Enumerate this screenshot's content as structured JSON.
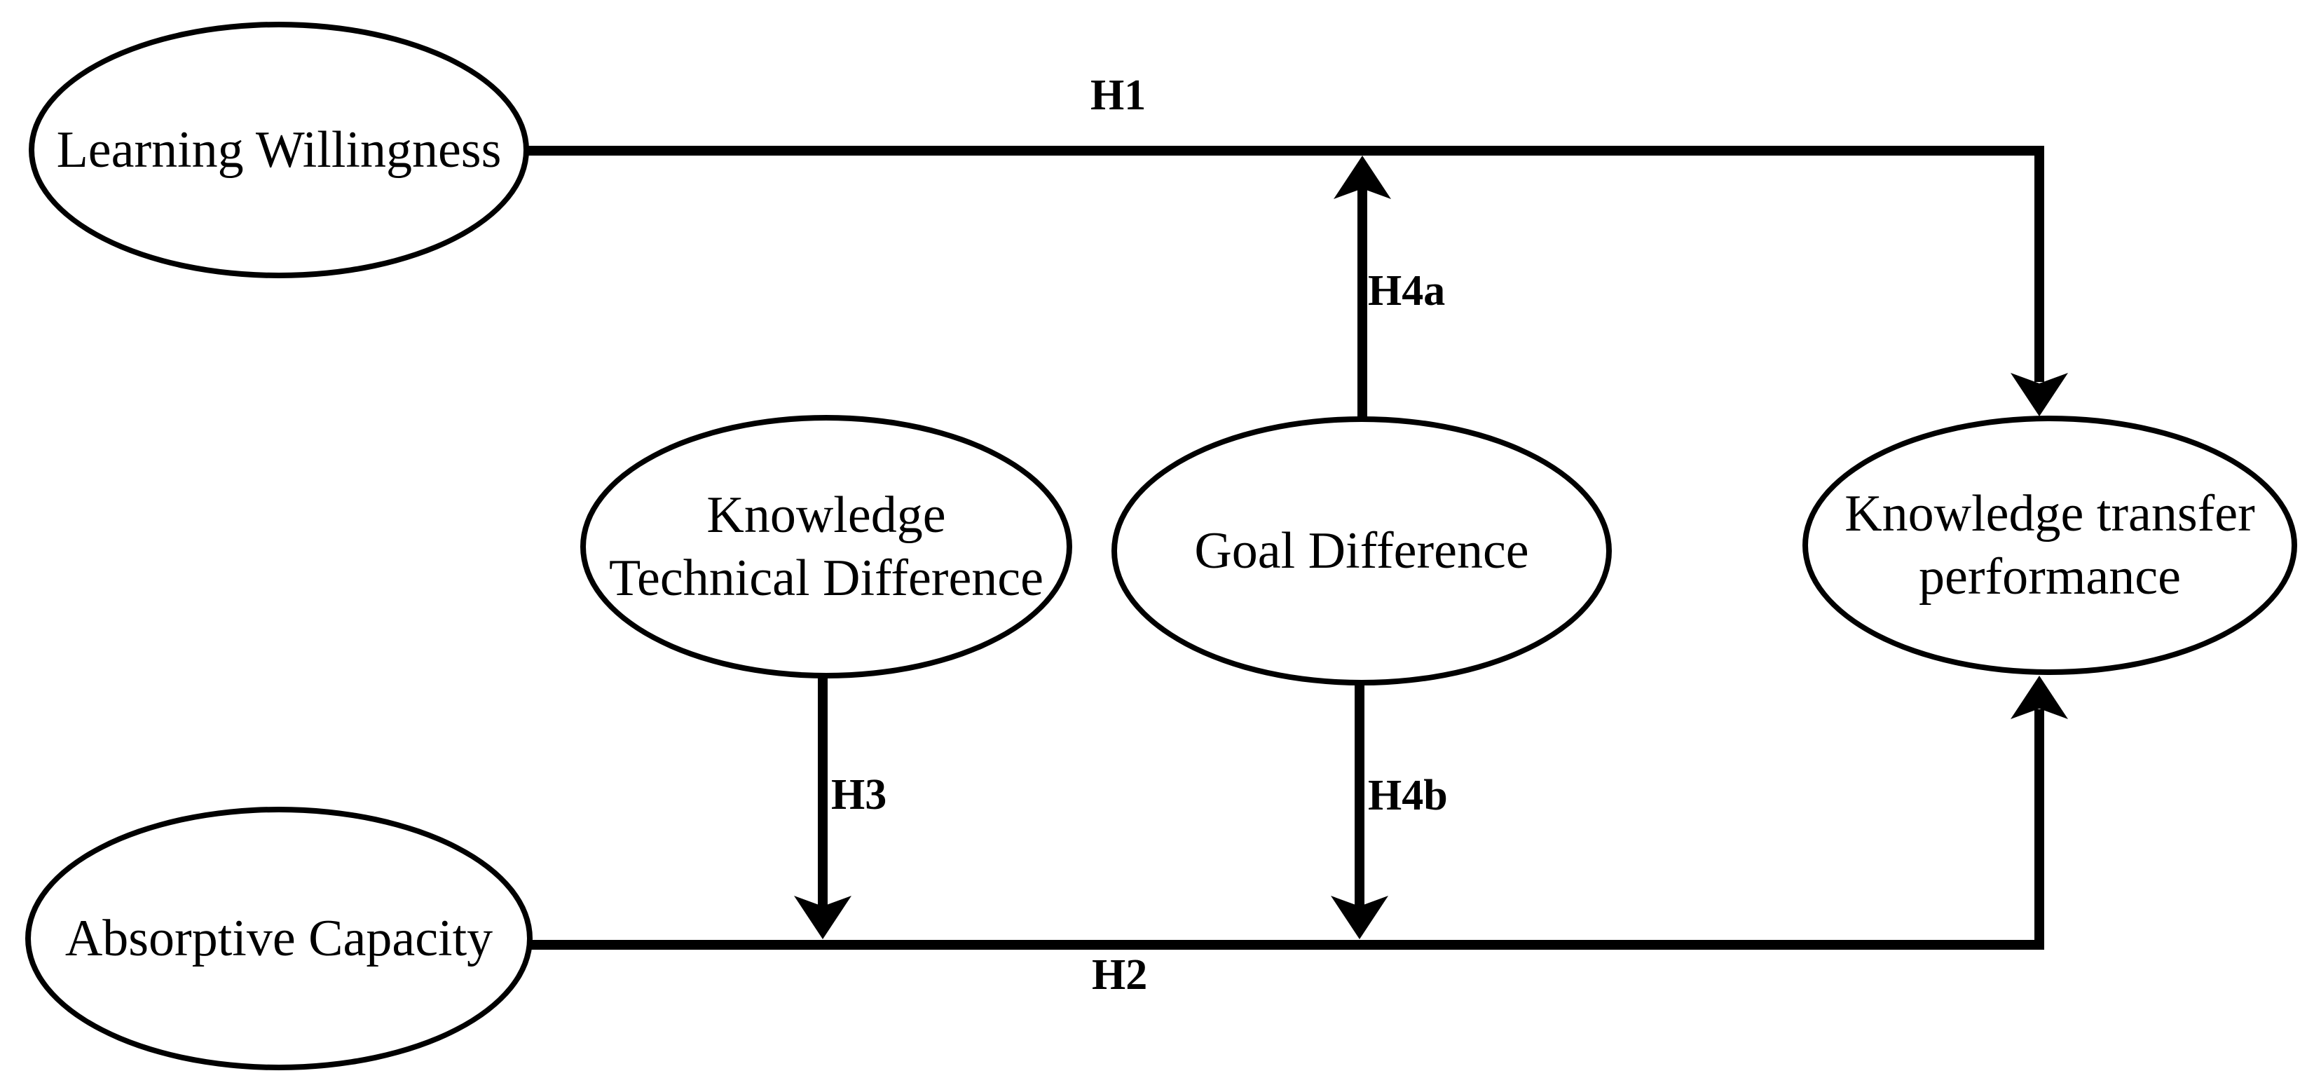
{
  "figure": {
    "background_color": "#ffffff",
    "ink_color": "#000000"
  },
  "diagram": {
    "nodes": [
      {
        "id": "learning-willingness",
        "lines": [
          "Learning Willingness"
        ]
      },
      {
        "id": "absorptive-capacity",
        "lines": [
          "Absorptive Capacity"
        ]
      },
      {
        "id": "knowledge-technical-difference",
        "lines": [
          "Knowledge",
          "Technical Difference"
        ]
      },
      {
        "id": "goal-difference",
        "lines": [
          "Goal Difference"
        ]
      },
      {
        "id": "knowledge-transfer-performance",
        "lines": [
          "Knowledge transfer",
          "performance"
        ]
      }
    ],
    "edges": [
      {
        "id": "H1",
        "label": "H1",
        "from": "Learning Willingness",
        "to": "Knowledge transfer performance",
        "type": "direct-arrow"
      },
      {
        "id": "H2",
        "label": "H2",
        "from": "Absorptive Capacity",
        "to": "Knowledge transfer performance",
        "type": "direct-arrow"
      },
      {
        "id": "H3",
        "label": "H3",
        "from": "Knowledge Technical Difference",
        "to": "H2 path",
        "type": "moderation-arrow"
      },
      {
        "id": "H4a",
        "label": "H4a",
        "from": "Goal Difference",
        "to": "H1 path",
        "type": "moderation-arrow"
      },
      {
        "id": "H4b",
        "label": "H4b",
        "from": "Goal Difference",
        "to": "H2 path",
        "type": "moderation-arrow"
      }
    ]
  }
}
